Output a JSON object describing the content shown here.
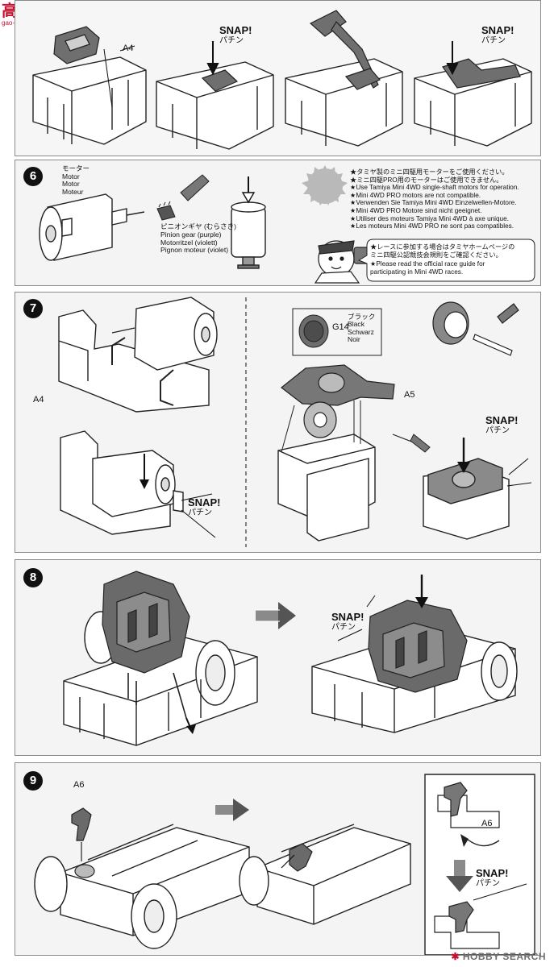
{
  "watermark_top": {
    "brand": "高手网",
    "url": "gao-shou.com"
  },
  "watermark_bottom": {
    "brand": "HOBBY SEARCH"
  },
  "step5": {
    "part": "A4",
    "snap1": {
      "en": "SNAP!",
      "jp": "パチン"
    },
    "snap2": {
      "en": "SNAP!",
      "jp": "パチン"
    }
  },
  "step6": {
    "number": "6",
    "motor_label": [
      "モーター",
      "Motor",
      "Motor",
      "Moteur"
    ],
    "pinion_label": [
      "ピニオンギヤ (むらさき)",
      "Pinion gear (purple)",
      "Motorritzel (violett)",
      "Pignon moteur (violet)"
    ],
    "motor_notes": [
      "★タミヤ製のミニ四駆用モーターをご使用ください。",
      "★ミニ四駆PRO用のモーターはご使用できません。",
      "★Use Tamiya Mini 4WD single-shaft motors for operation.",
      "★Mini 4WD PRO motors are not compatible.",
      "★Verwenden Sie Tamiya Mini 4WD Einzelwellen-Motore.",
      "★Mini 4WD PRO Motore sind nicht geeignet.",
      "★Utiliser des moteurs Tamiya Mini 4WD à axe unique.",
      "★Les moteurs Mini 4WD PRO ne sont pas compatibles."
    ],
    "race_notes": [
      "★レースに参加する場合はタミヤホームページの",
      "ミニ四駆公認競技会規則をご確認ください。",
      "★Please read the official race guide for",
      "participating in Mini 4WD races."
    ]
  },
  "step7": {
    "number": "7",
    "part_a4": "A4",
    "part_a5": "A5",
    "gear_code": "G14",
    "gear_color": [
      "ブラック",
      "Black",
      "Schwarz",
      "Noir"
    ],
    "snap1": {
      "en": "SNAP!",
      "jp": "パチン"
    },
    "snap2": {
      "en": "SNAP!",
      "jp": "パチン"
    }
  },
  "step8": {
    "number": "8",
    "snap": {
      "en": "SNAP!",
      "jp": "パチン"
    }
  },
  "step9": {
    "number": "9",
    "part1": "A6",
    "part2": "A6",
    "snap": {
      "en": "SNAP!",
      "jp": "パチン"
    }
  },
  "colors": {
    "panel_bg": "#f4f4f4",
    "part_gray": "#6f6f6f",
    "logo_red": "#c8102e"
  }
}
